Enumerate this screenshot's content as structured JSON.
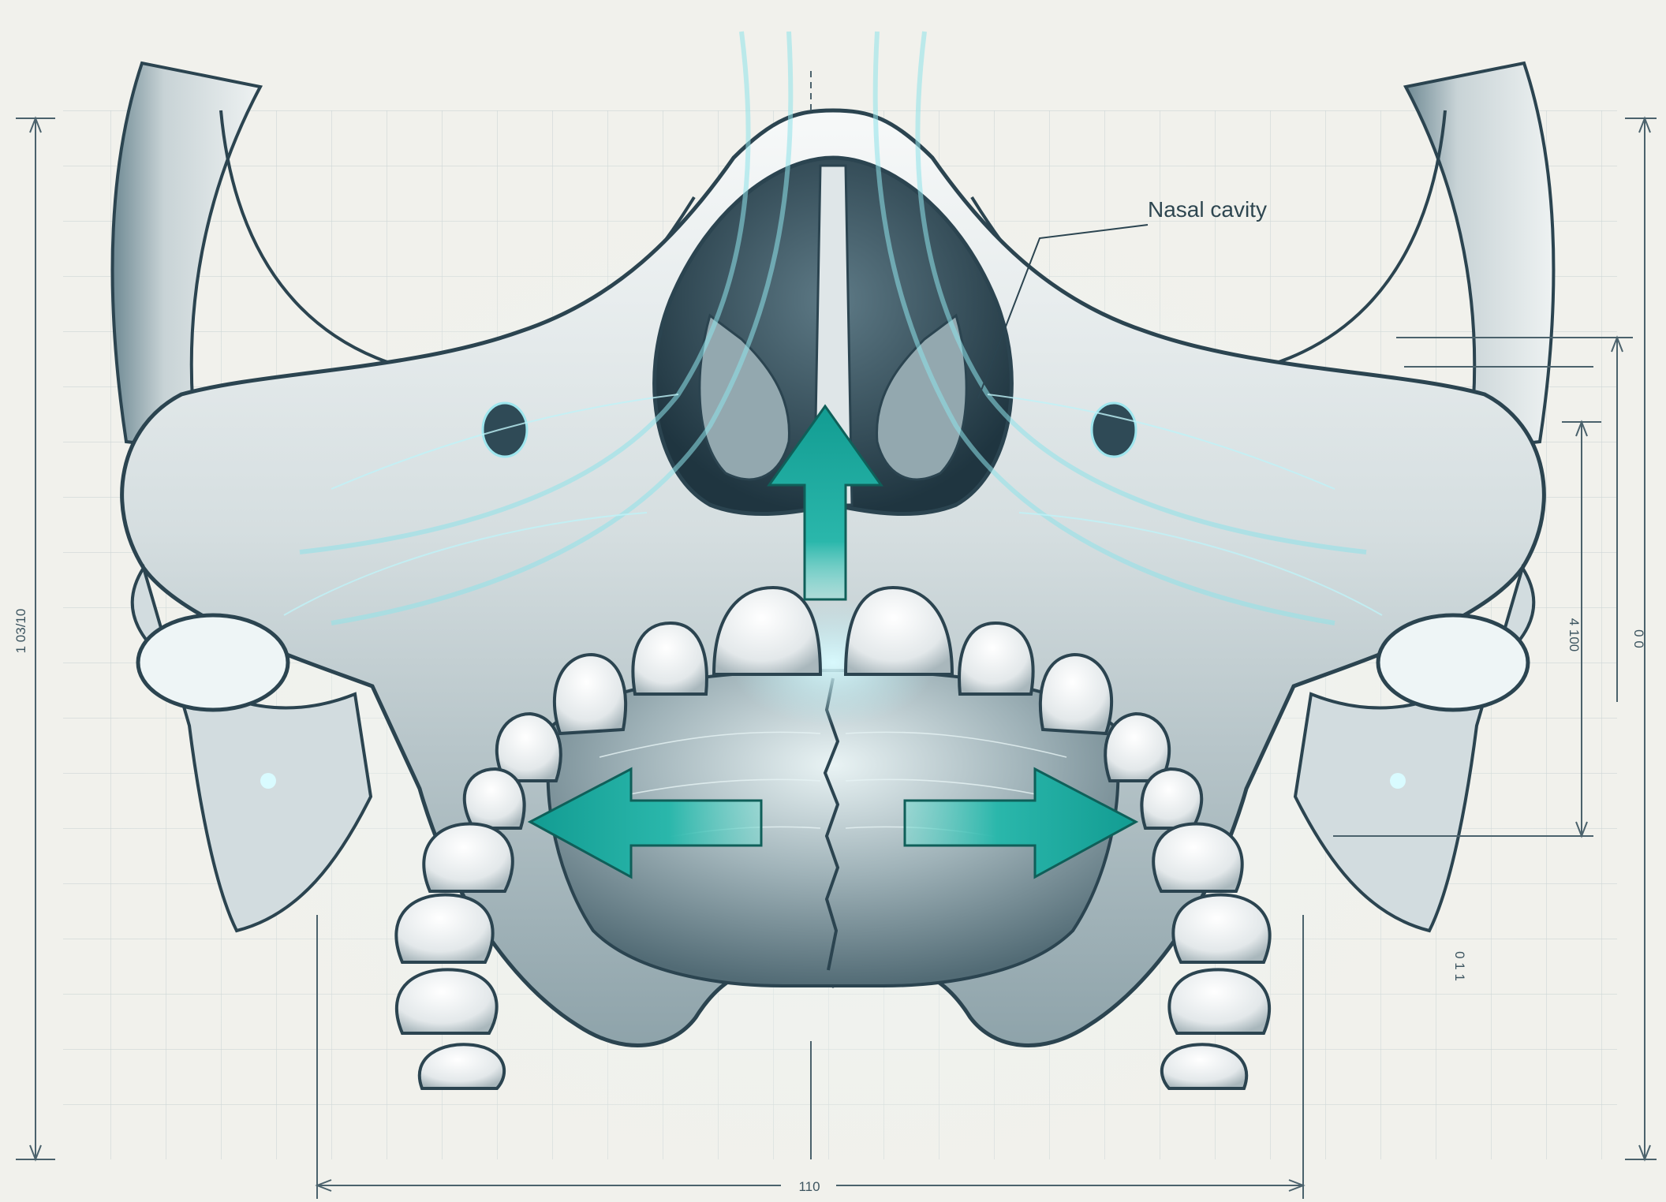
{
  "annotation": {
    "label": "Nasal cavity"
  },
  "dimensions": {
    "left_height": "1 03/10",
    "right_outer": "0 0",
    "right_inner": "4 100",
    "right_small": "0 1 1",
    "bottom_width": "110"
  },
  "colors": {
    "background": "#f1f1ec",
    "grid": "#cfd8d8",
    "bone_light": "#f4f6f6",
    "bone_mid": "#b9c6ca",
    "bone_dark": "#5e7680",
    "outline": "#2b4450",
    "cavity": "#2f4a56",
    "accent_arrow": "#1aa79c",
    "airflow": "#8fe3ea"
  },
  "arrows": [
    {
      "name": "upward-expansion-arrow",
      "direction": "up"
    },
    {
      "name": "left-expansion-arrow",
      "direction": "left"
    },
    {
      "name": "right-expansion-arrow",
      "direction": "right"
    }
  ]
}
